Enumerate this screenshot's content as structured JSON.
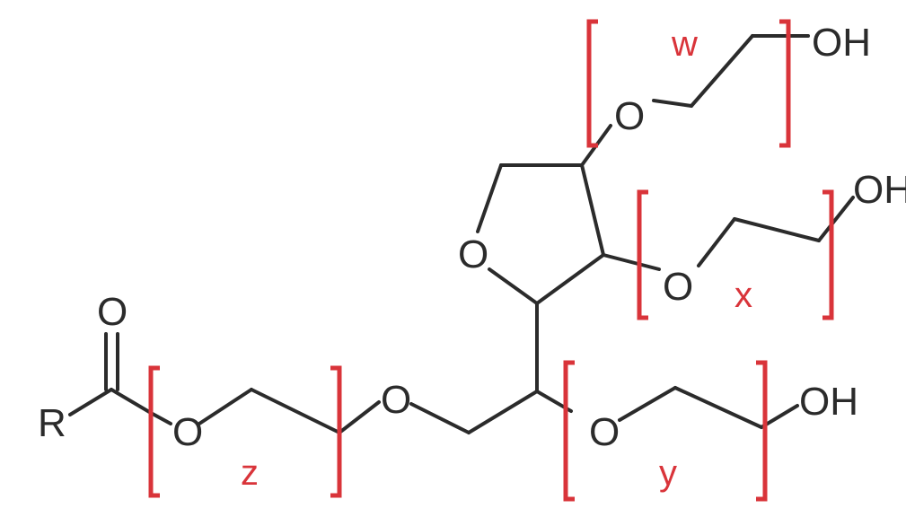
{
  "molecule": {
    "atoms": {
      "r_group": "R",
      "carbonyl_o": "O",
      "ether_o_z": "O",
      "bridge_o": "O",
      "ring_o": "O",
      "ether_o_w": "O",
      "ether_o_x": "O",
      "ether_o_y": "O",
      "terminal_w": "OH",
      "terminal_x": "OH",
      "terminal_y": "OH"
    },
    "repeat_indices": {
      "w": "w",
      "x": "x",
      "y": "y",
      "z": "z"
    }
  },
  "colors": {
    "bond": "#2b2b2b",
    "bracket": "#d9343a",
    "index": "#d9343a",
    "background": "#ffffff"
  }
}
